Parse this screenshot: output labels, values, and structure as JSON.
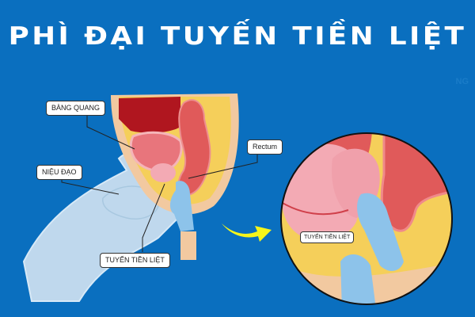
{
  "title": "PHÌ ĐẠI TUYẾN TIỀN LIỆT",
  "watermark": "NG",
  "labels": {
    "bladder": "BÀNG QUANG",
    "urethra": "NIỆU ĐẠO",
    "rectum": "Rectum",
    "prostate": "TUYẾN TIỀN LIỆT",
    "prostate_zoom": "TUYẾN TIỀN LIỆT"
  },
  "colors": {
    "background": "#0a6fbf",
    "bladder_wall": "#b0161f",
    "rectum": "#e05a5a",
    "fat": "#f5cf5a",
    "skin": "#f2c9a0",
    "glove": "#8dc3ea",
    "body_outline": "#cfe3f2",
    "arrow": "#f5f51a"
  }
}
